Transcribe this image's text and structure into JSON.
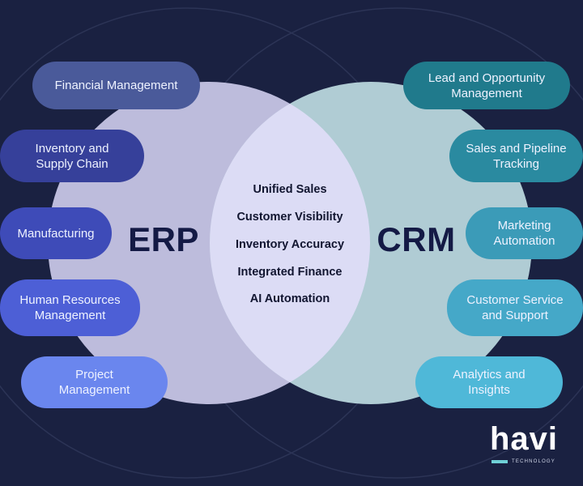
{
  "colors": {
    "background": "#1a2141",
    "erp_circle": "#bdbcdc",
    "crm_circle": "#b0ccd4",
    "overlap": "#dcdcf5",
    "heading": "#141a45"
  },
  "erp": {
    "label": "ERP",
    "items": [
      {
        "label": "Financial Management",
        "color": "#4a5a9a"
      },
      {
        "label": "Inventory and\nSupply Chain",
        "color": "#36409a"
      },
      {
        "label": "Manufacturing",
        "color": "#3e4bb8"
      },
      {
        "label": "Human Resources\nManagement",
        "color": "#4d5fd6"
      },
      {
        "label": "Project\nManagement",
        "color": "#6a86ee"
      }
    ]
  },
  "crm": {
    "label": "CRM",
    "items": [
      {
        "label": "Lead and Opportunity\nManagement",
        "color": "#207a8c"
      },
      {
        "label": "Sales and Pipeline\nTracking",
        "color": "#2a8aa0"
      },
      {
        "label": "Marketing Automation",
        "color": "#3b9bb8"
      },
      {
        "label": "Customer Service\nand Support",
        "color": "#45a8c8"
      },
      {
        "label": "Analytics and\nInsights",
        "color": "#4fb8d8"
      }
    ]
  },
  "shared": [
    "Unified Sales",
    "Customer Visibility",
    "Inventory Accuracy",
    "Integrated Finance",
    "AI Automation"
  ],
  "logo": {
    "word": "havi",
    "sub": "TECHNOLOGY"
  }
}
